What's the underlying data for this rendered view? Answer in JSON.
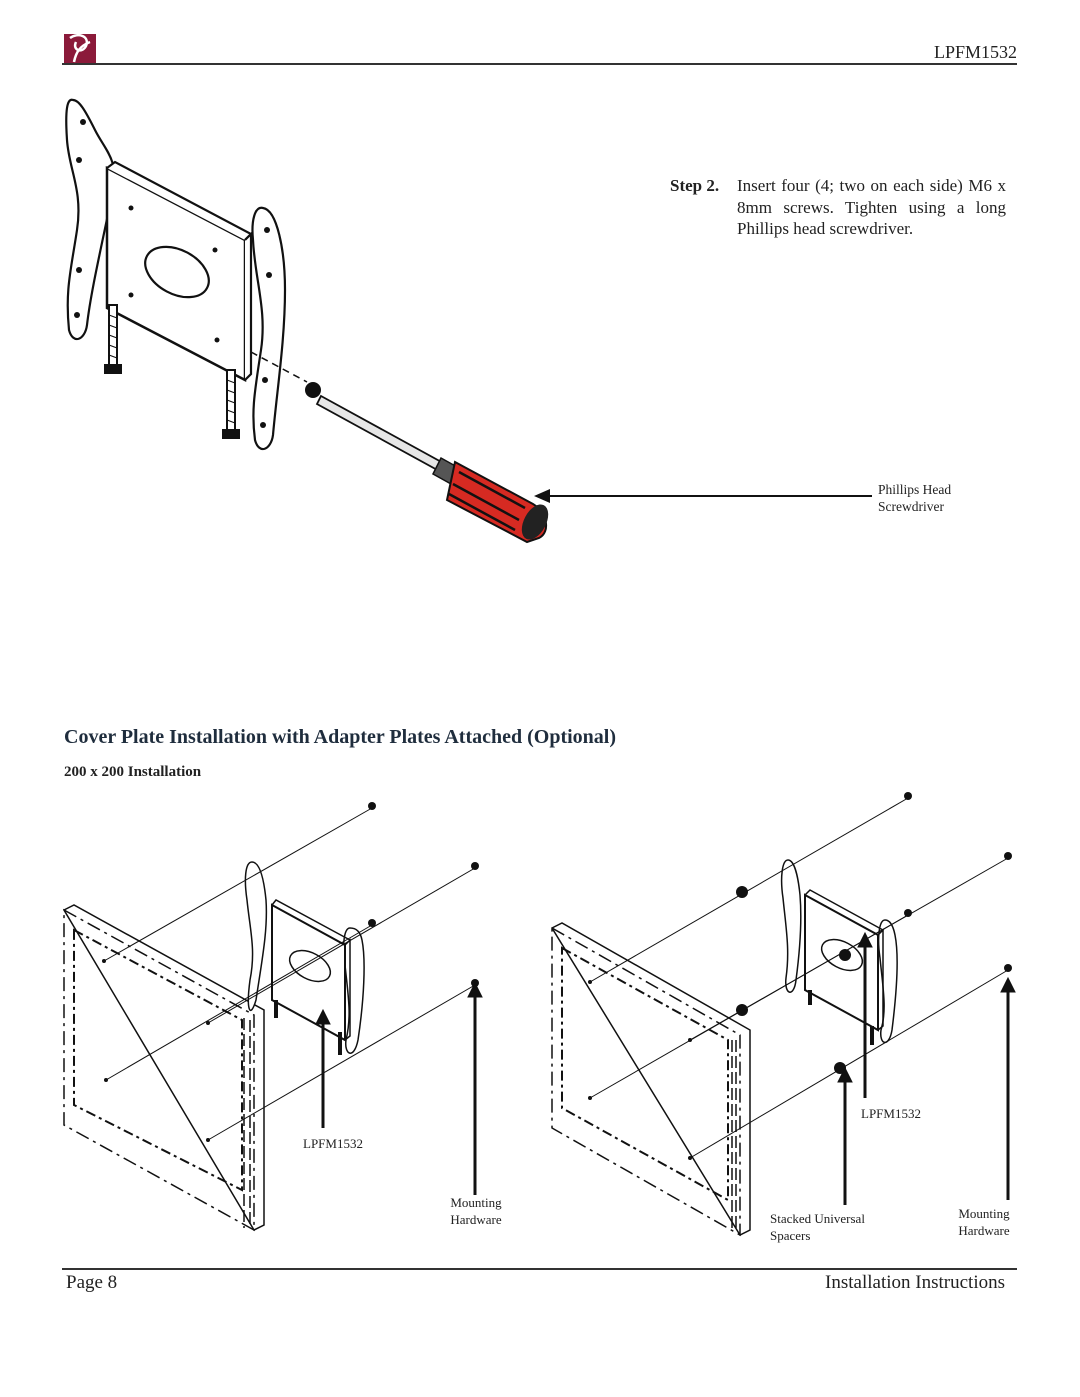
{
  "header": {
    "model": "LPFM1532",
    "logo_icon": "brand-logo-icon",
    "brand_color": "#8b1a3a"
  },
  "step": {
    "label": "Step 2.",
    "text": "Insert four (4; two on each side) M6 x 8mm screws. Tighten using a long Phillips head screwdriver."
  },
  "callout": {
    "line1": "Phillips Head",
    "line2": "Screwdriver"
  },
  "section": {
    "title": "Cover Plate Installation with Adapter Plates Attached (Optional)",
    "subtitle": "200 x 200 Installation"
  },
  "figure_left": {
    "product_label": "LPFM1532",
    "hardware_line1": "Mounting",
    "hardware_line2": "Hardware"
  },
  "figure_right": {
    "product_label": "LPFM1532",
    "spacers_line1": "Stacked Universal",
    "spacers_line2": "Spacers",
    "hardware_line1": "Mounting",
    "hardware_line2": "Hardware"
  },
  "footer": {
    "page": "Page 8",
    "title": "Installation Instructions"
  },
  "colors": {
    "handle_red": "#d62a22",
    "line_dark": "#222222"
  }
}
